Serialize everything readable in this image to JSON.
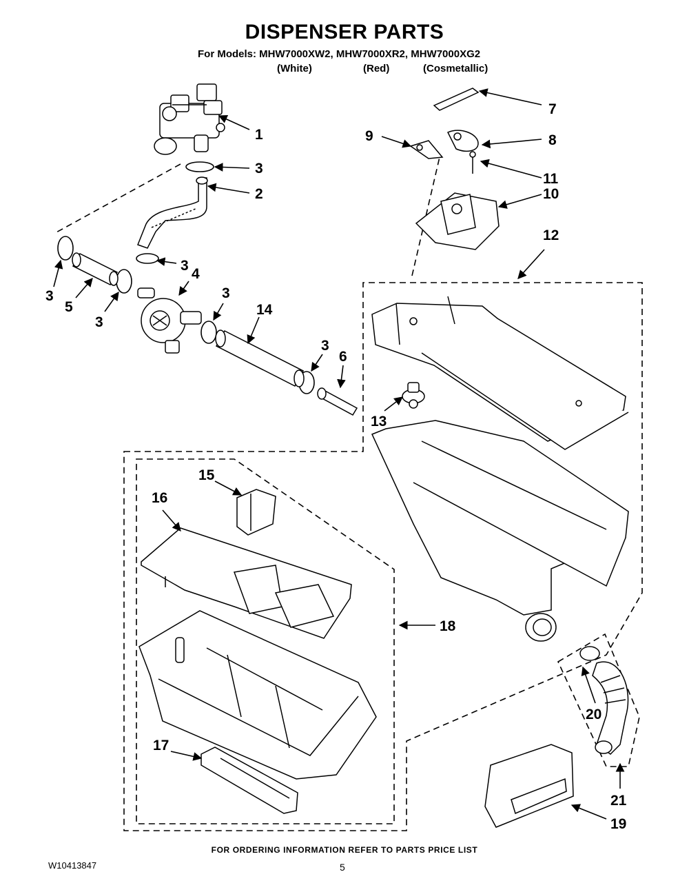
{
  "header": {
    "title": "DISPENSER PARTS",
    "models_line": "For Models: MHW7000XW2, MHW7000XR2, MHW7000XG2",
    "colors": [
      "(White)",
      "(Red)",
      "(Cosmetallic)"
    ]
  },
  "callouts": {
    "p1": "1",
    "p2": "2",
    "p3": "3",
    "p4": "4",
    "p5": "5",
    "p6": "6",
    "p7": "7",
    "p8": "8",
    "p9": "9",
    "p10": "10",
    "p11": "11",
    "p12": "12",
    "p13": "13",
    "p14": "14",
    "p15": "15",
    "p16": "16",
    "p17": "17",
    "p18": "18",
    "p19": "19",
    "p20": "20",
    "p21": "21"
  },
  "footer": {
    "ordering_note": "FOR ORDERING INFORMATION REFER TO PARTS PRICE LIST",
    "doc_number": "W10413847",
    "page_number": "5"
  }
}
